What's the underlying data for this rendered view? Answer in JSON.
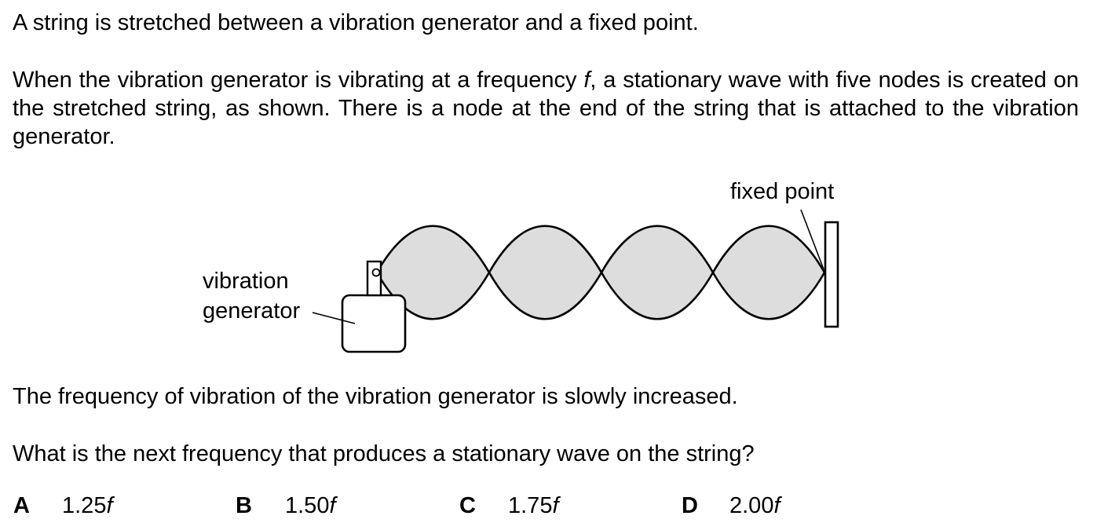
{
  "question": {
    "intro": "A string is stretched between a vibration generator and a fixed point.",
    "setup_part1": "When the vibration generator is vibrating at a frequency ",
    "setup_var": "f",
    "setup_part2": ", a stationary wave with five nodes is created on the stretched string, as shown. There is a node at the end of the string that is attached to the vibration generator.",
    "statement": "The frequency of vibration of the vibration generator is slowly increased.",
    "prompt": "What is the next frequency that produces a stationary wave on the string?"
  },
  "diagram": {
    "label_fixed_point": "fixed point",
    "label_generator_line1": "vibration",
    "label_generator_line2": "generator",
    "loops": 4,
    "nodes": 5,
    "loop_fill": "#dddddd",
    "stroke": "#000000"
  },
  "options": [
    {
      "letter": "A",
      "number": "1.25",
      "unit": "f"
    },
    {
      "letter": "B",
      "number": "1.50",
      "unit": "f"
    },
    {
      "letter": "C",
      "number": "1.75",
      "unit": "f"
    },
    {
      "letter": "D",
      "number": "2.00",
      "unit": "f"
    }
  ]
}
